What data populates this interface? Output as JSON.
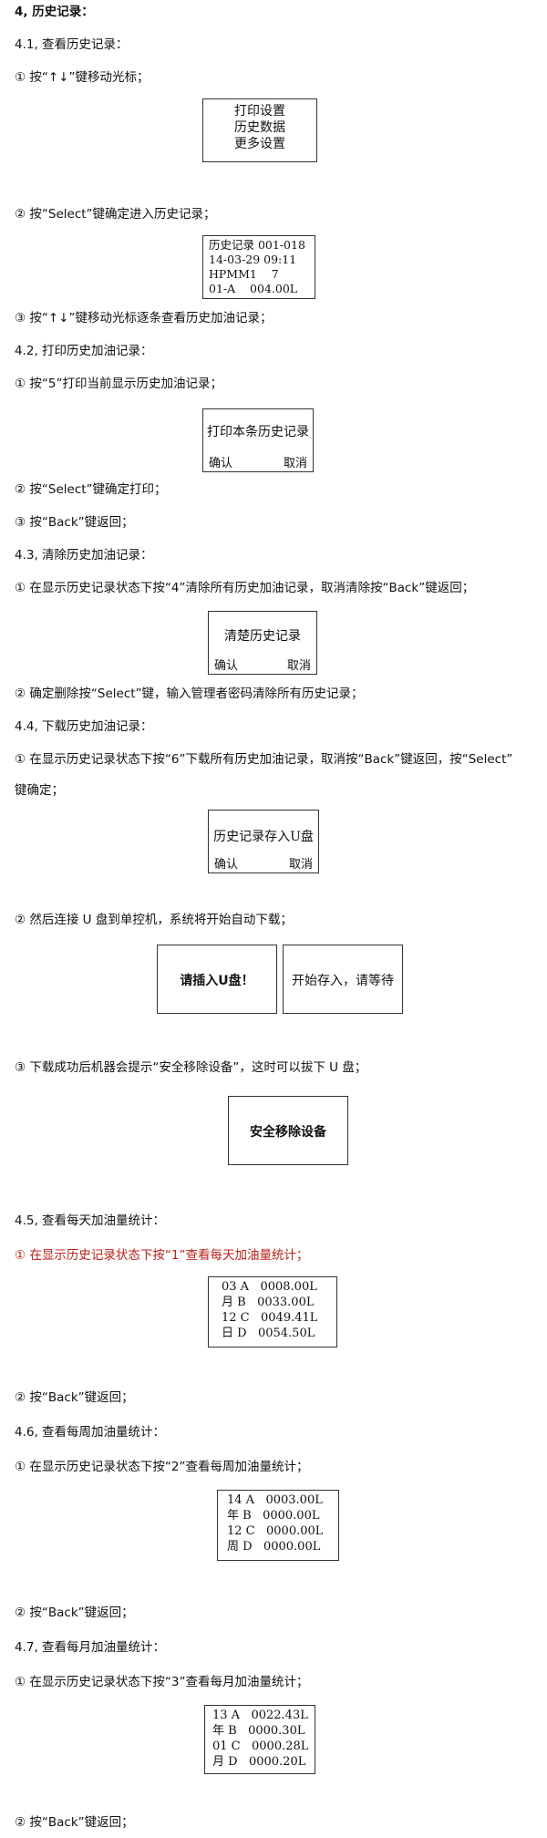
{
  "section": {
    "title": "4, 历史记录：",
    "s41": {
      "heading": "4.1,   查看历史记录：",
      "step1": "①   按“↑↓”键移动光标；",
      "menu": [
        "打印设置",
        "历史数据",
        "更多设置"
      ],
      "step2": "②   按“Select”键确定进入历史记录；",
      "lcd": [
        "历史记录 001-018",
        "14-03-29 09:11",
        "HPMM1    7",
        "01-A    004.00L"
      ],
      "step3": "③   按“↑↓”键移动光标逐条查看历史加油记录；"
    },
    "s42": {
      "heading": "4.2,   打印历史加油记录：",
      "step1": "①   按“5”打印当前显示历史加油记录；",
      "dialog": {
        "text": "打印本条历史记录",
        "ok": "确认",
        "cancel": "取消"
      },
      "step2": "②   按“Select”键确定打印；",
      "step3": "③   按“Back”键返回；"
    },
    "s43": {
      "heading": "4.3,   清除历史加油记录：",
      "step1": "①   在显示历史记录状态下按“4”清除所有历史加油记录，取消清除按“Back”键返回；",
      "dialog": {
        "text": "清楚历史记录",
        "ok": "确认",
        "cancel": "取消"
      },
      "step2": "②   确定删除按“Select”键，输入管理者密码清除所有历史记录；"
    },
    "s44": {
      "heading": "4.4,   下载历史加油记录：",
      "step1_a": "①   在显示历史记录状态下按“6”下载所有历史加油记录，取消按“Back”键返回，按“Select”",
      "step1_b": "键确定；",
      "dialog": {
        "text": "历史记录存入U盘",
        "ok": "确认",
        "cancel": "取消"
      },
      "step2": "②   然后连接 U 盘到单控机，系统将开始自动下载；",
      "insert_prompt": "请插入U盘！",
      "saving_prompt": "开始存入，请等待",
      "step3": "③   下载成功后机器会提示“安全移除设备”，这时可以拔下 U 盘；",
      "remove_prompt": "安全移除设备"
    },
    "s45": {
      "heading": "4.5,   查看每天加油量统计：",
      "step1": "①   在显示历史记录状态下按“1”查看每天加油量统计；",
      "rows": [
        "03 A   0008.00L",
        "月 B   0033.00L",
        "12 C   0049.41L",
        "日 D   0054.50L"
      ],
      "step2": "②   按“Back”键返回；"
    },
    "s46": {
      "heading": "4.6,   查看每周加油量统计：",
      "step1": "①   在显示历史记录状态下按“2”查看每周加油量统计；",
      "rows": [
        "14 A   0003.00L",
        "年 B   0000.00L",
        "12 C   0000.00L",
        "周 D   0000.00L"
      ],
      "step2": "②   按“Back”键返回；"
    },
    "s47": {
      "heading": "4.7,   查看每月加油量统计：",
      "step1": "①   在显示历史记录状态下按“3”查看每月加油量统计；",
      "rows": [
        "13 A   0022.43L",
        "年 B   0000.30L",
        "01 C   0000.28L",
        "月 D   0000.20L"
      ],
      "step2": "②   按“Back”键返回；"
    }
  },
  "colors": {
    "highlight": "#c0201a",
    "border": "#333333"
  }
}
